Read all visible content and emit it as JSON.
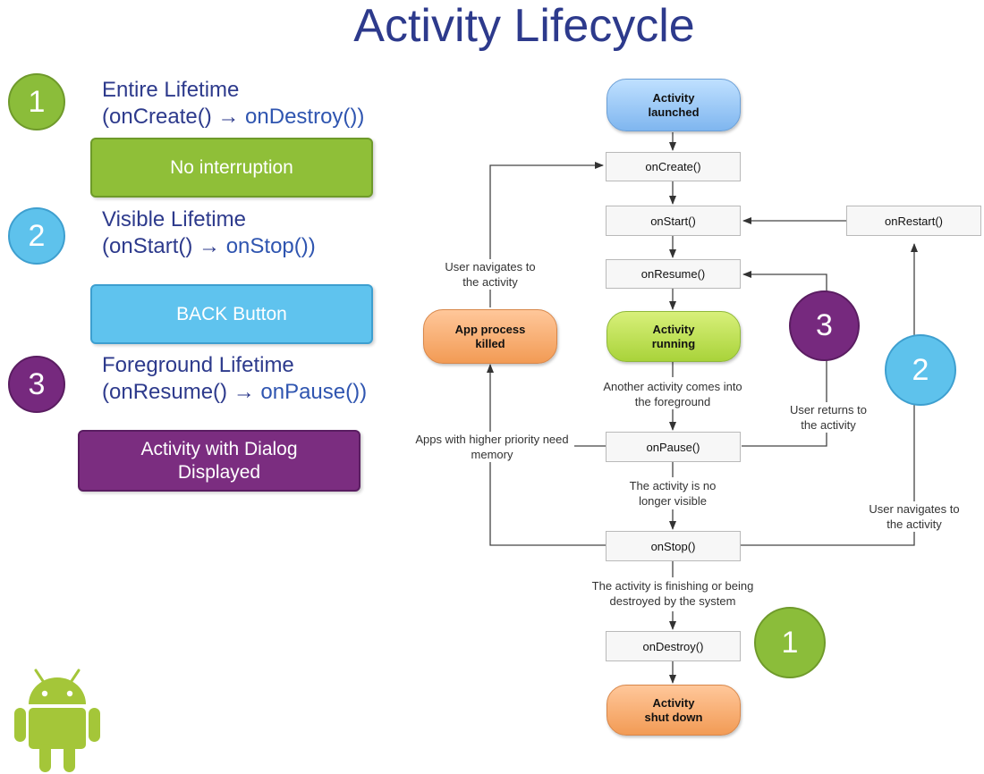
{
  "title": "Activity Lifecycle",
  "legend": [
    {
      "number": "1",
      "heading": "Entire Lifetime",
      "range_open": "(onCreate() → ",
      "range_method": "onDestroy())",
      "box_label": "No interruption",
      "color": "#8bbd3a",
      "box_color": "#8fbf38"
    },
    {
      "number": "2",
      "heading": "Visible Lifetime",
      "range_open": "(onStart() → ",
      "range_method": "onStop())",
      "box_label": "BACK Button",
      "color": "#5ec2ec",
      "box_color": "#5fc3ee"
    },
    {
      "number": "3",
      "heading": "Foreground Lifetime",
      "range_open": "(onResume() → ",
      "range_method": "onPause())",
      "box_label": "Activity with Dialog Displayed",
      "color": "#76297e",
      "box_color": "#7b2d80"
    }
  ],
  "diagram": {
    "launched": "Activity launched",
    "on_create": "onCreate()",
    "on_start": "onStart()",
    "on_restart": "onRestart()",
    "on_resume": "onResume()",
    "running": "Activity running",
    "on_pause": "onPause()",
    "on_stop": "onStop()",
    "on_destroy": "onDestroy()",
    "shut_down": "Activity shut down",
    "process_killed": "App process killed",
    "note_navigates_left": "User navigates to the activity",
    "note_another_activity": "Another activity comes into the foreground",
    "note_user_returns": "User returns to the activity",
    "note_higher_priority": "Apps with higher priority need memory",
    "note_no_longer_visible": "The activity is no longer visible",
    "note_navigates_right": "User navigates to the activity",
    "note_finishing": "The activity is finishing or being destroyed by the system",
    "badge_3": "3",
    "badge_2": "2",
    "badge_1": "1"
  },
  "colors": {
    "title": "#2d3a8c",
    "launched": "#8fc3f7",
    "running": "#b6de4a",
    "orange": "#f6a96a",
    "android": "#a4c639"
  },
  "icons": {
    "logo": "android-robot-icon"
  }
}
